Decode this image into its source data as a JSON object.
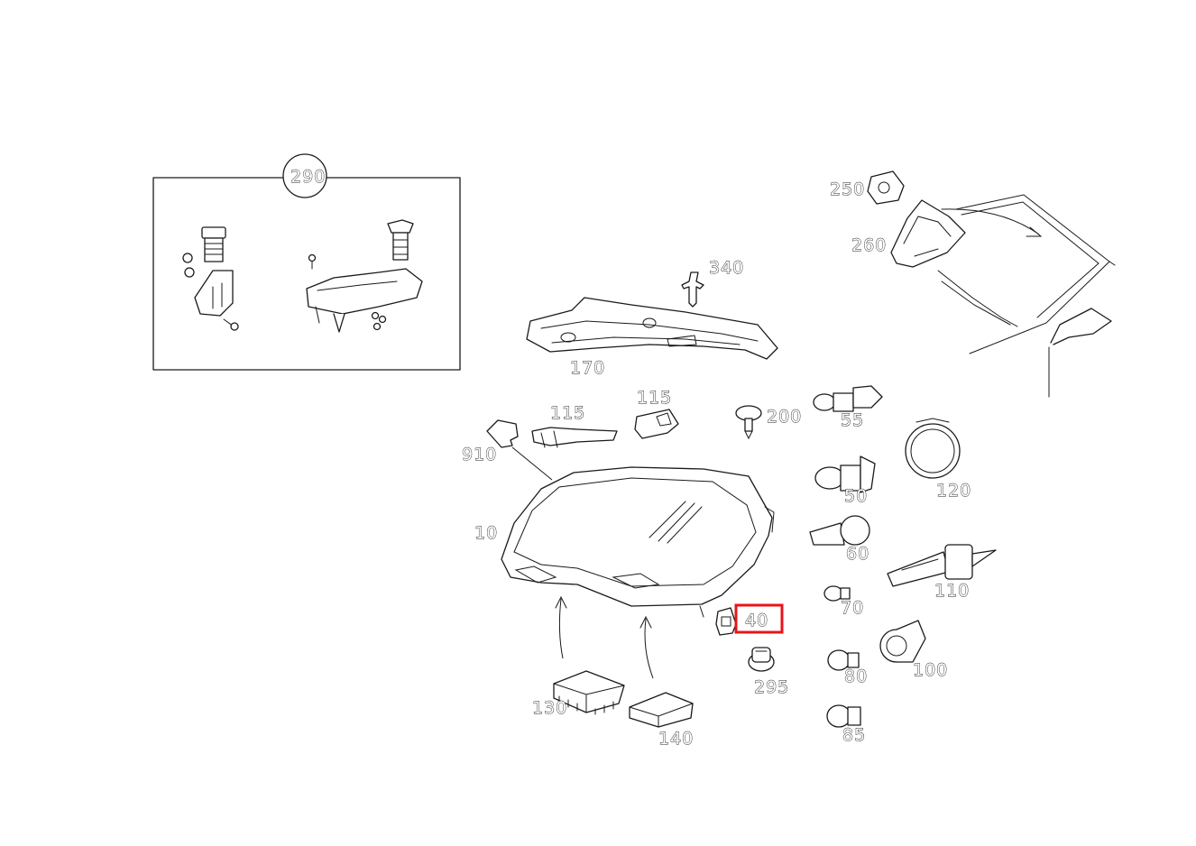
{
  "colors": {
    "highlight": "#e8141b",
    "line": "#1a1a1a",
    "background": "#ffffff"
  },
  "callouts": {
    "p290": "290",
    "p250": "250",
    "p260": "260",
    "p340": "340",
    "p170": "170",
    "p115a": "115",
    "p115b": "115",
    "p910": "910",
    "p200": "200",
    "p55": "55",
    "p120": "120",
    "p50": "50",
    "p10": "10",
    "p60": "60",
    "p110": "110",
    "p70": "70",
    "p40": "40",
    "p130": "130",
    "p80": "80",
    "p100": "100",
    "p295": "295",
    "p140": "140",
    "p85": "85"
  },
  "highlighted_part": "40"
}
